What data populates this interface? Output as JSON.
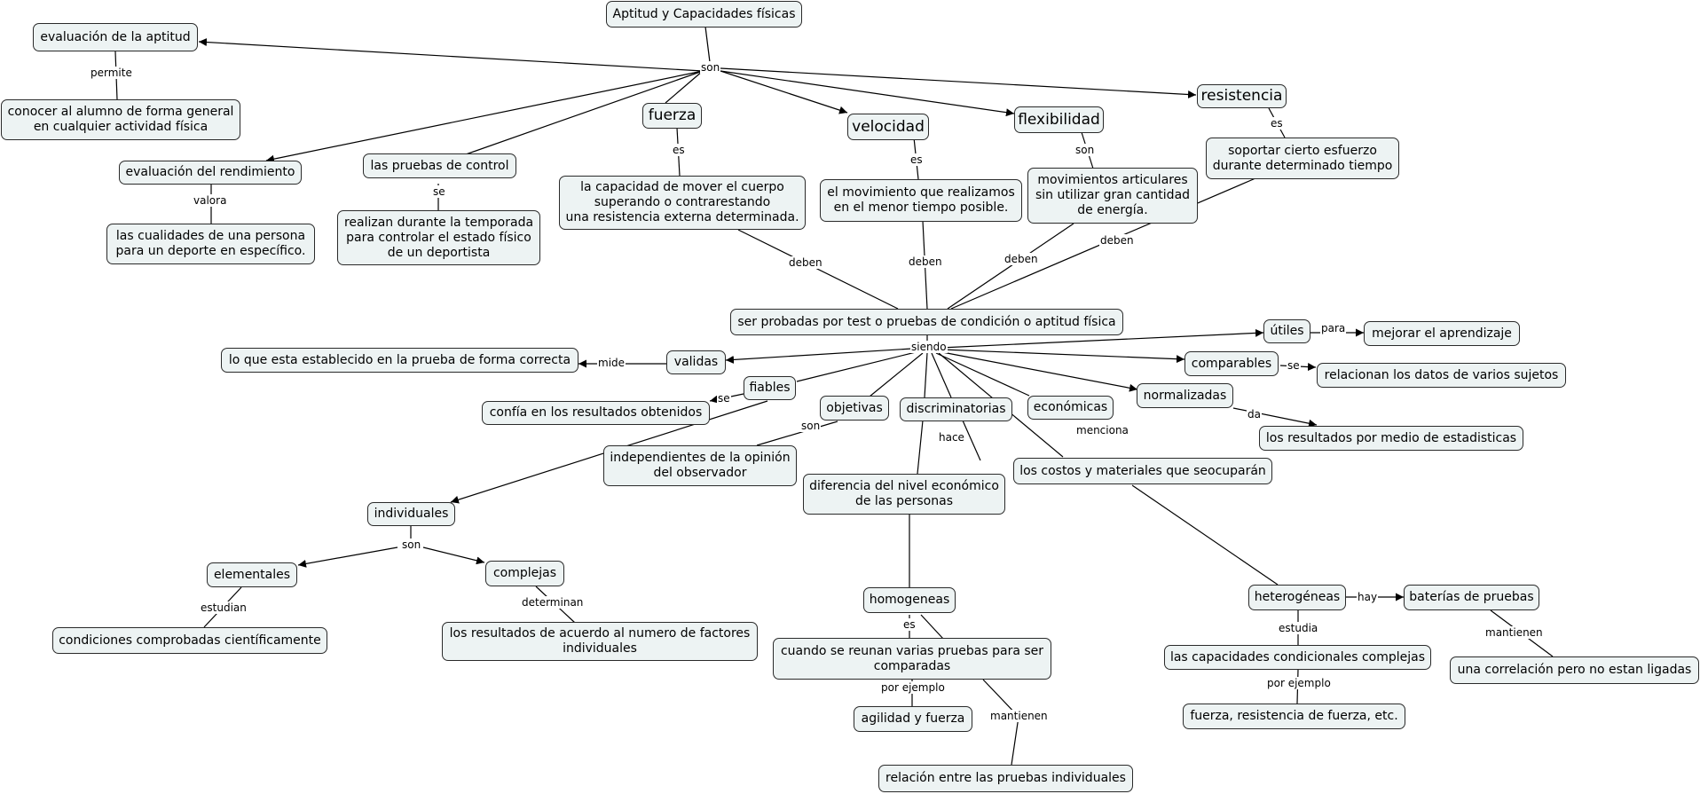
{
  "concept_map": {
    "nodes": {
      "aptitud": "Aptitud y Capacidades físicas",
      "evaluacion_aptitud": "evaluación de la aptitud",
      "conocer": "conocer al alumno de forma general\nen cualquier actividad física",
      "evaluacion_rendimiento": "evaluación del rendimiento",
      "cualidades": "las cualidades de una persona\npara un deporte en específico.",
      "pruebas_control": "las pruebas de control",
      "realizan": "realizan durante la temporada\npara controlar el estado físico\nde un deportista",
      "fuerza": "fuerza",
      "capacidad_mover": "la capacidad de mover el cuerpo\nsuperando o contrarestando\nuna resistencia externa determinada.",
      "velocidad": "velocidad",
      "movimiento": "el movimiento que realizamos\nen el menor tiempo posible.",
      "flexibilidad": "flexibilidad",
      "mov_articulares": "movimientos articulares\nsin utilizar gran cantidad\nde energía.",
      "resistencia": "resistencia",
      "soportar": "soportar cierto esfuerzo\ndurante determinado tiempo",
      "ser_probadas": "ser probadas por test o pruebas de condición o aptitud física",
      "utiles": "útiles",
      "mejorar": "mejorar el aprendizaje",
      "validas": "validas",
      "lo_que": "lo que esta establecido en la prueba de forma correcta",
      "comparables": "comparables",
      "relacionan": "relacionan los datos de varios sujetos",
      "fiables": "fiables",
      "confia": "confía en los resultados obtenidos",
      "normalizadas": "normalizadas",
      "resultados_estad": "los resultados por medio de estadisticas",
      "objetivas": "objetivas",
      "independientes": "independientes de la opinión\ndel observador",
      "discriminatorias": "discriminatorias",
      "diferencia": "diferencia del nivel económico\nde las personas",
      "economicas": "económicas",
      "costos": "los costos y materiales que seocuparán",
      "individuales": "individuales",
      "elementales": "elementales",
      "condiciones": "condiciones comprobadas científicamente",
      "complejas": "complejas",
      "resultados_acuerdo": "los resultados de acuerdo al numero de factores\nindividuales",
      "homogeneas": "homogeneas",
      "cuando": "cuando se reunan varias pruebas para ser\ncomparadas",
      "agilidad": "agilidad y fuerza",
      "relacion": "relación entre las pruebas individuales",
      "heterogeneas": "heterogéneas",
      "baterias": "baterías de pruebas",
      "correlacion": "una correlación pero no estan ligadas",
      "capacidades_cond": "las capacidades condicionales complejas",
      "fuerza_resist": "fuerza, resistencia de fuerza, etc."
    },
    "links": {
      "son1": "son",
      "permite": "permite",
      "valora": "valora",
      "se1": "se",
      "es_fuerza": "es",
      "es_velocidad": "es",
      "son_flex": "son",
      "es_resist": "es",
      "deben1": "deben",
      "deben2": "deben",
      "deben3": "deben",
      "deben4": "deben",
      "siendo": "siendo",
      "para": "para",
      "mide": "mide",
      "se_comp": "se",
      "se_fiables": "se",
      "da": "da",
      "son_obj": "son",
      "hace": "hace",
      "menciona": "menciona",
      "son_ind": "son",
      "estudian": "estudian",
      "determinan": "determinan",
      "es_homo": "es",
      "por_ejemplo1": "por ejemplo",
      "mantienen1": "mantienen",
      "hay": "hay",
      "mantienen2": "mantienen",
      "estudia": "estudia",
      "por_ejemplo2": "por ejemplo"
    }
  }
}
